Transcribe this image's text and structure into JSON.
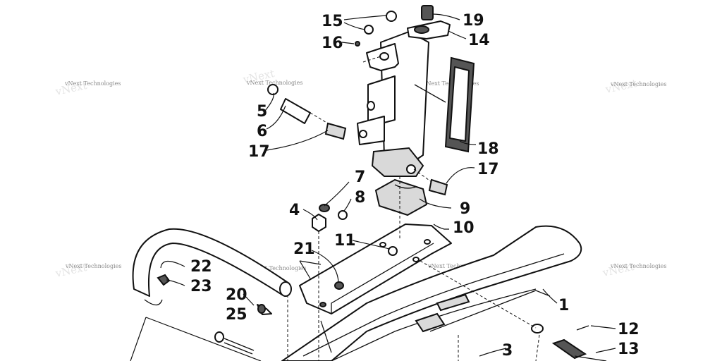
{
  "watermark": {
    "text": "vNext Technologies"
  },
  "callouts": [
    {
      "id": "1",
      "label": "1"
    },
    {
      "id": "3",
      "label": "3"
    },
    {
      "id": "4",
      "label": "4"
    },
    {
      "id": "5",
      "label": "5"
    },
    {
      "id": "6",
      "label": "6"
    },
    {
      "id": "7",
      "label": "7"
    },
    {
      "id": "8",
      "label": "8"
    },
    {
      "id": "9",
      "label": "9"
    },
    {
      "id": "10",
      "label": "10"
    },
    {
      "id": "11",
      "label": "11"
    },
    {
      "id": "12",
      "label": "12"
    },
    {
      "id": "13",
      "label": "13"
    },
    {
      "id": "14",
      "label": "14"
    },
    {
      "id": "15",
      "label": "15"
    },
    {
      "id": "16",
      "label": "16"
    },
    {
      "id": "17a",
      "label": "17"
    },
    {
      "id": "17b",
      "label": "17"
    },
    {
      "id": "18",
      "label": "18"
    },
    {
      "id": "19",
      "label": "19"
    },
    {
      "id": "20",
      "label": "20"
    },
    {
      "id": "21",
      "label": "21"
    },
    {
      "id": "22",
      "label": "22"
    },
    {
      "id": "23",
      "label": "23"
    },
    {
      "id": "25",
      "label": "25"
    }
  ]
}
